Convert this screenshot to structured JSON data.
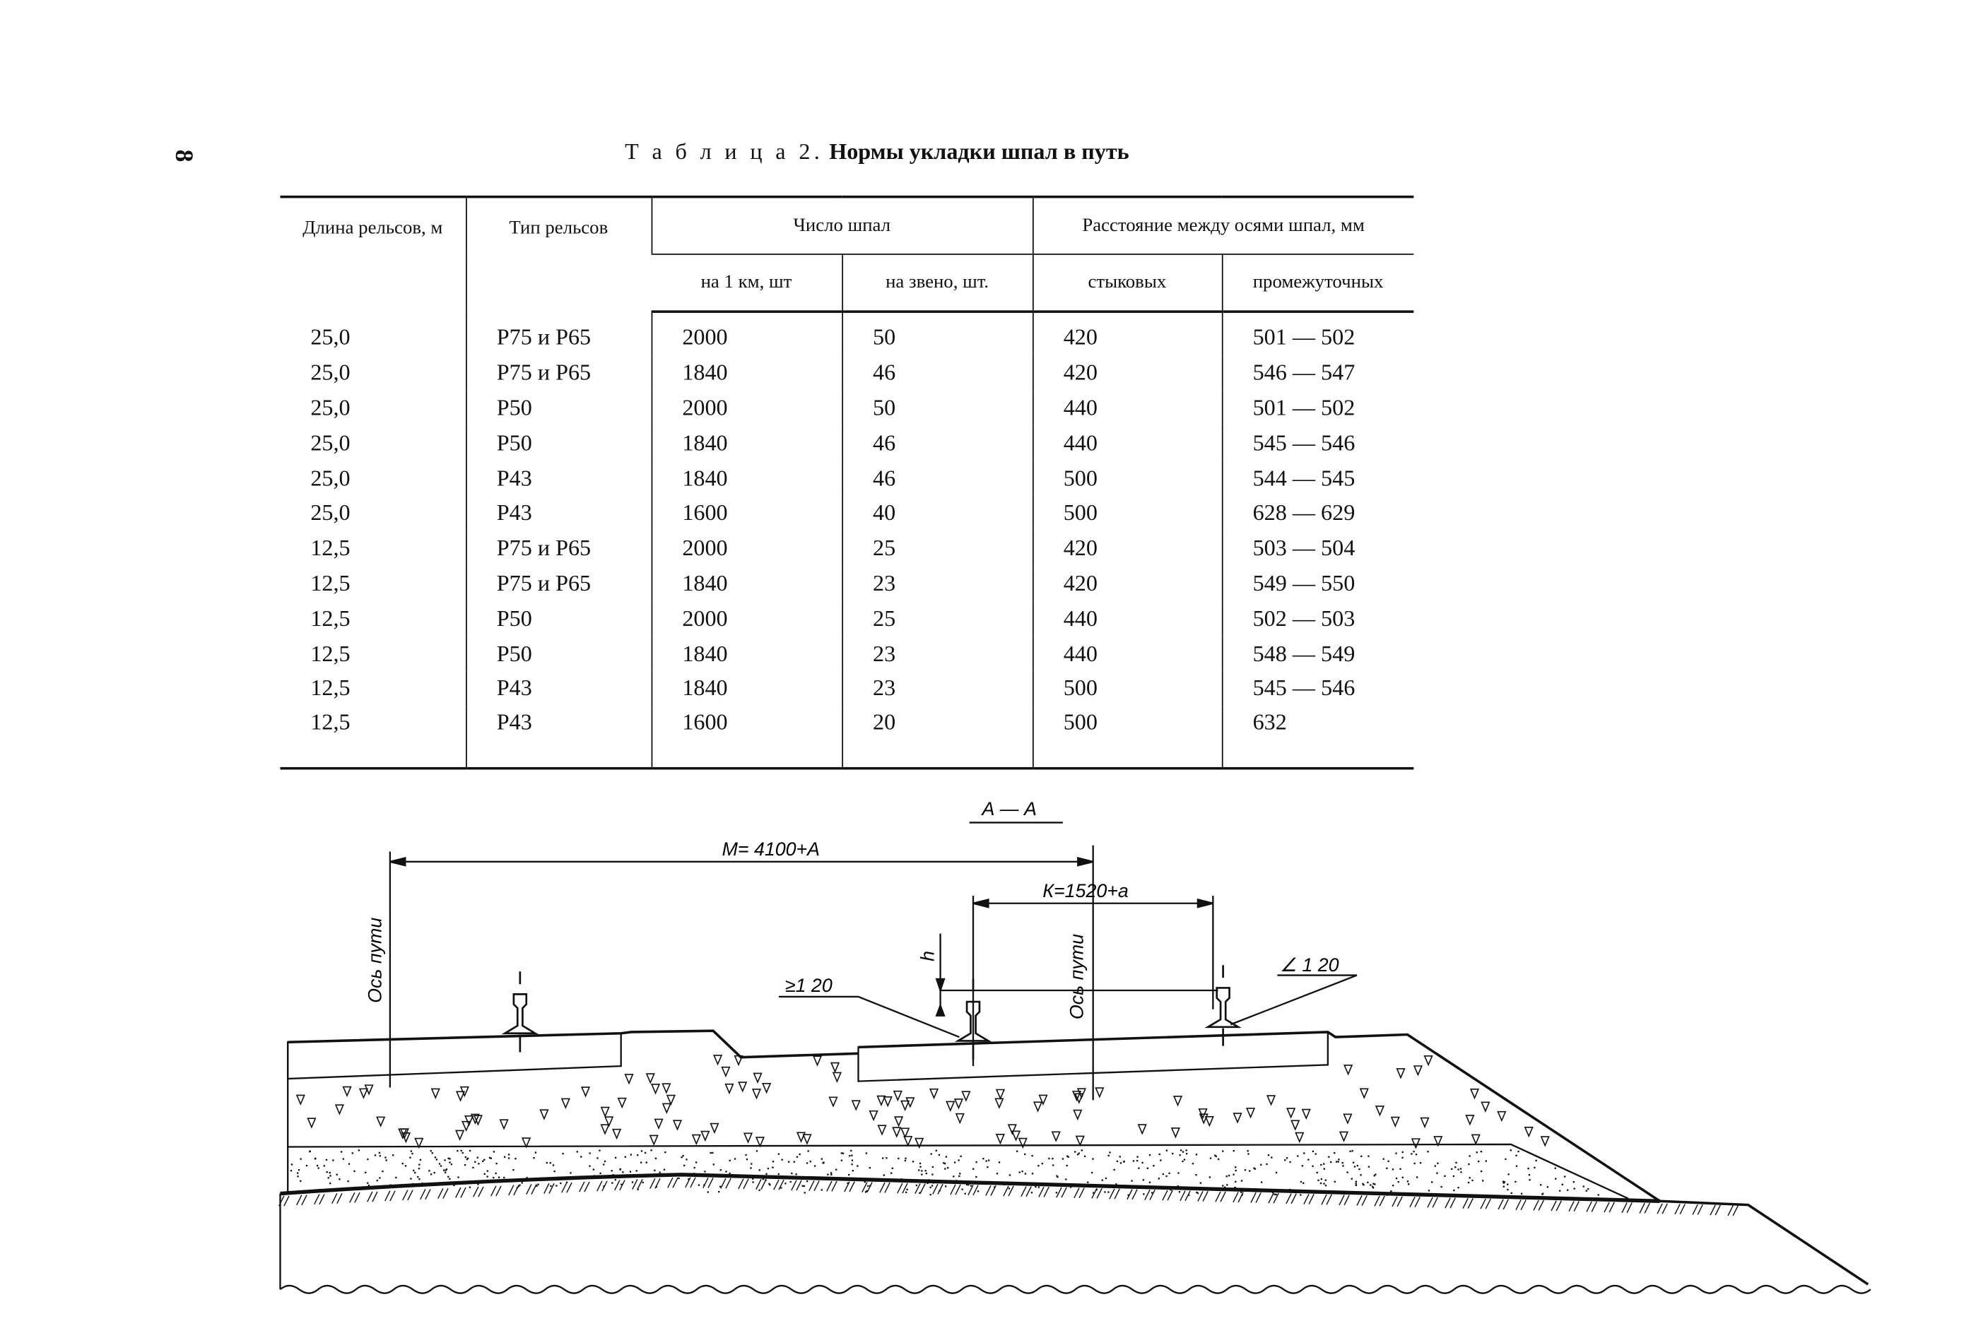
{
  "page_number": "8",
  "table": {
    "title_prefix": "Т а б л и ц а 2.",
    "title_main": "Нормы укладки шпал в путь",
    "headers": {
      "rail_length": "Длина рельсов, м",
      "rail_type": "Тип рельсов",
      "sleeper_count": "Число шпал",
      "per_km": "на 1 км, шт",
      "per_link": "на звено, шт.",
      "distance": "Расстояние между осями шпал, мм",
      "joint": "стыковых",
      "intermediate": "промежуточных"
    },
    "rows": [
      [
        "25,0",
        "Р75 и Р65",
        "2000",
        "50",
        "420",
        "501 — 502"
      ],
      [
        "25,0",
        "Р75 и Р65",
        "1840",
        "46",
        "420",
        "546 — 547"
      ],
      [
        "25,0",
        "Р50",
        "2000",
        "50",
        "440",
        "501 — 502"
      ],
      [
        "25,0",
        "Р50",
        "1840",
        "46",
        "440",
        "545 — 546"
      ],
      [
        "25,0",
        "Р43",
        "1840",
        "46",
        "500",
        "544 — 545"
      ],
      [
        "25,0",
        "Р43",
        "1600",
        "40",
        "500",
        "628 — 629"
      ],
      [
        "12,5",
        "Р75 и Р65",
        "2000",
        "25",
        "420",
        "503 — 504"
      ],
      [
        "12,5",
        "Р75 и Р65",
        "1840",
        "23",
        "420",
        "549 — 550"
      ],
      [
        "12,5",
        "Р50",
        "2000",
        "25",
        "440",
        "502 — 503"
      ],
      [
        "12,5",
        "Р50",
        "1840",
        "23",
        "440",
        "548 — 549"
      ],
      [
        "12,5",
        "Р43",
        "1840",
        "23",
        "500",
        "545 — 546"
      ],
      [
        "12,5",
        "Р43",
        "1600",
        "20",
        "500",
        "632"
      ]
    ]
  },
  "diagram": {
    "section": "А — А",
    "dim_m": "М= 4100+А",
    "dim_k": "К=1520+а",
    "axis_label": "Ось пути",
    "h_label": "h",
    "slope_left": "≥1 20",
    "slope_right": "∠ 1 20"
  }
}
